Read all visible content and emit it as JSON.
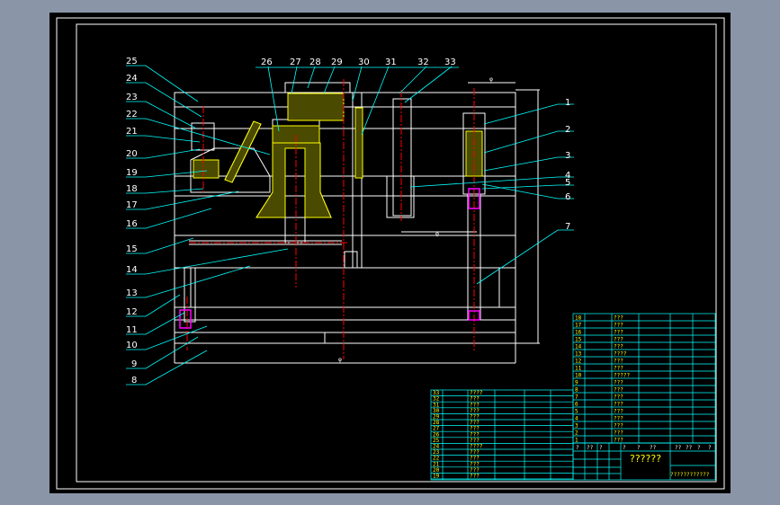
{
  "drawing": {
    "part_labels_left": [
      "25",
      "24",
      "23",
      "22",
      "21",
      "20",
      "19",
      "18",
      "17",
      "16",
      "15",
      "14",
      "13",
      "12",
      "11",
      "10",
      "9",
      "8"
    ],
    "part_labels_top": [
      "26",
      "27",
      "28",
      "29",
      "30",
      "31",
      "32",
      "33"
    ],
    "part_labels_right": [
      "1",
      "2",
      "3",
      "4",
      "5",
      "6",
      "7"
    ],
    "dimension_marks": [
      "φ",
      "φ",
      "φ"
    ],
    "title_block_text": "??????",
    "title_block_subtext": "????????????",
    "upper_table_rows": [
      "18",
      "17",
      "16",
      "15",
      "14",
      "13",
      "12",
      "11",
      "10",
      "9",
      "8",
      "7",
      "6",
      "5",
      "4",
      "3",
      "2",
      "1"
    ],
    "upper_table_col2": [
      "???",
      "???",
      "???",
      "???",
      "???",
      "????",
      "???",
      "???",
      "?????",
      "???",
      "???",
      "???",
      "???",
      "???",
      "???",
      "???",
      "???",
      "???"
    ],
    "lower_table_rows": [
      "33",
      "32",
      "31",
      "30",
      "29",
      "28",
      "27",
      "26",
      "25",
      "24",
      "23",
      "22",
      "21",
      "20",
      "19"
    ],
    "lower_table_col2": [
      "????",
      "???",
      "???",
      "???",
      "???",
      "???",
      "???",
      "???",
      "???",
      "????",
      "???",
      "???",
      "???",
      "???",
      "???"
    ],
    "title_row_labels": [
      "?",
      "??",
      "?",
      "?",
      "?",
      "??",
      "??",
      "??",
      "?",
      "?"
    ],
    "colors": {
      "frame_bg": "#000000",
      "outline": "#ffffff",
      "leader": "#00ffff",
      "label": "#ffffff",
      "section_fill": "#ffff00",
      "axis": "#ff0000",
      "spring": "#ff00ff",
      "table": "#00ffff",
      "table_text": "#ffff00"
    }
  }
}
